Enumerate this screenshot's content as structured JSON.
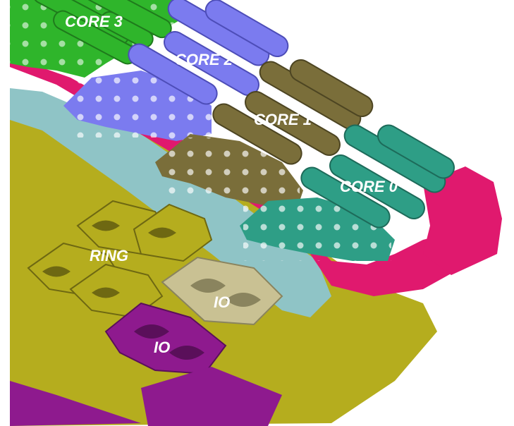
{
  "labels": {
    "core3": "CORE 3",
    "core2": "CORE 2",
    "core1": "CORE 1",
    "core0": "CORE 0",
    "ring": "RING",
    "io_tan": "IO",
    "io_purple": "IO"
  },
  "colors": {
    "core3": "#2fb52b",
    "core2": "#7b7bef",
    "core1": "#7a6e3a",
    "core0": "#2e9e86",
    "ring": "#b5ad1e",
    "io_tan": "#c9c193",
    "io_purple": "#8e1a8e",
    "magenta": "#e0196e",
    "cyan": "#8fc4c6",
    "background": "#ffffff"
  }
}
